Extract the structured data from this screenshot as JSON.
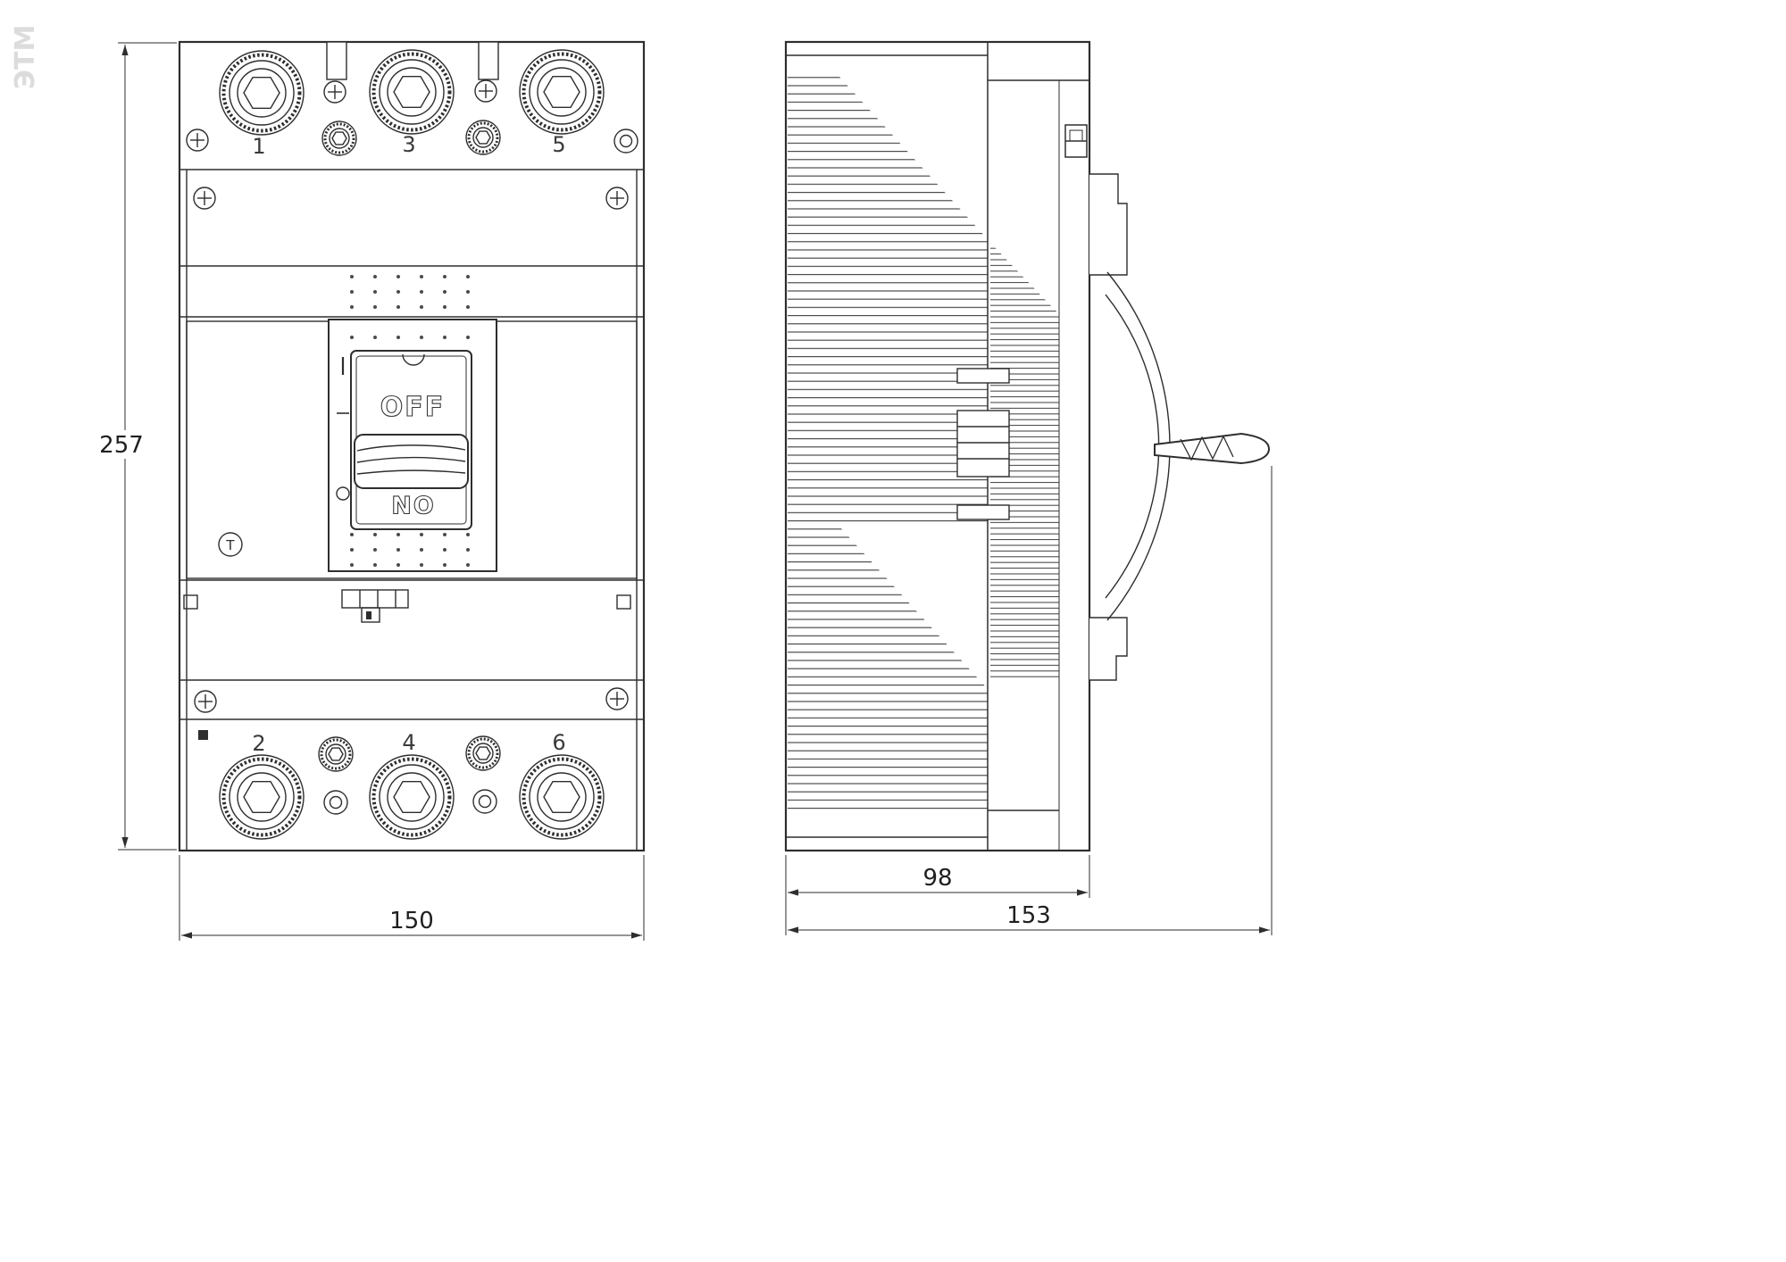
{
  "watermark": "ЭТМ",
  "front_view": {
    "top_terminals": [
      "1",
      "3",
      "5"
    ],
    "bottom_terminals": [
      "2",
      "4",
      "6"
    ],
    "switch": {
      "off_label": "OFF",
      "on_label": "ON"
    },
    "test_button_label": "T"
  },
  "dimensions": {
    "height_mm": "257",
    "width_mm": "150",
    "body_depth_mm": "98",
    "total_depth_mm": "153"
  }
}
